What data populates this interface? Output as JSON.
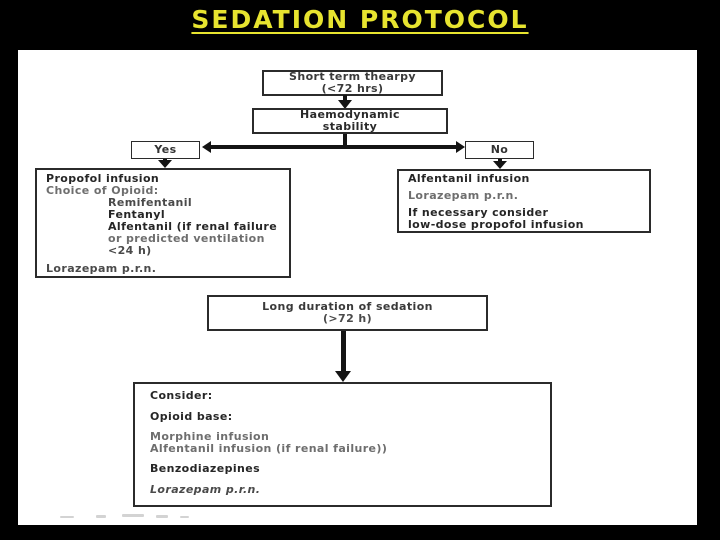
{
  "slide": {
    "title": "SEDATION PROTOCOL",
    "title_color": "#e7e42f",
    "background_color": "#000000",
    "panel_color": "#ffffff"
  },
  "flowchart": {
    "short_term_box": {
      "line1": "Short term thearpy",
      "line2": "(<72 hrs)"
    },
    "haemodynamic_box": {
      "line1": "Haemodynamic",
      "line2": "stability"
    },
    "yes_label": "Yes",
    "no_label": "No",
    "propofol_box": {
      "line1": "Propofol infusion",
      "line2": "Choice of Opioid:",
      "opioids": [
        "Remifentanil",
        "Fentanyl",
        "Alfentanil (if renal failure",
        "or predicted ventilation",
        "<24 h)"
      ],
      "prn_line": "Lorazepam p.r.n."
    },
    "alfentanil_box": {
      "line1": "Alfentanil infusion",
      "line2": "Lorazepam p.r.n.",
      "line3": "If necessary consider",
      "line4": "low-dose propofol infusion"
    },
    "long_duration_box": {
      "line1": "Long duration of sedation",
      "line2": "(>72 h)"
    },
    "consider_box": {
      "heading": "Consider:",
      "subheading": "Opioid base:",
      "opioid_lines": [
        "Morphine infusion",
        "Alfentanil infusion (if renal failure))"
      ],
      "benzo_heading": "Benzodiazepines",
      "benzo_line": "Lorazepam p.r.n."
    }
  }
}
